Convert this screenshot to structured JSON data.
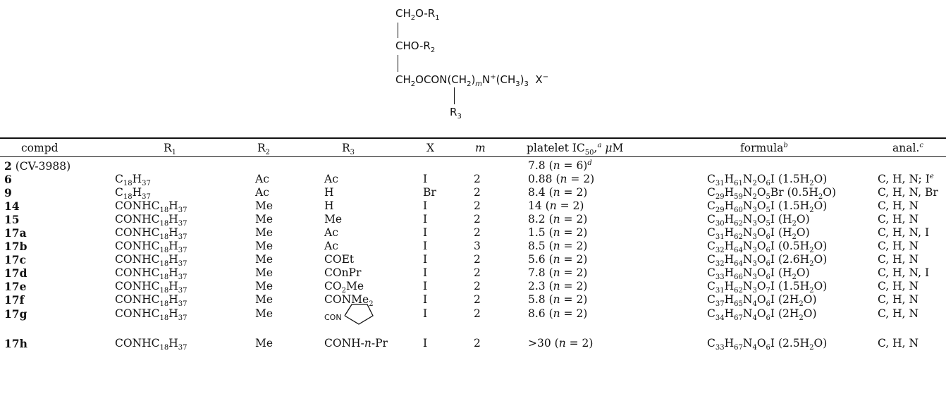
{
  "structure": {
    "line1": "CH2O-R1",
    "line2": "CHO-R2",
    "line3": "CH2OCON(CH2)mN+(CH3)3 X−",
    "line4": "R3"
  },
  "headers": {
    "compd": "compd",
    "r1": "R1",
    "r2": "R2",
    "r3": "R3",
    "x": "X",
    "m": "m",
    "platelet": "platelet IC50,a μM",
    "formula": "formulab",
    "anal": "anal.c"
  },
  "rows": [
    {
      "compd": "2",
      "compd_extra": " (CV-3988)",
      "r1": "",
      "r2": "",
      "r3": "",
      "x": "",
      "m": "",
      "ic50": "7.8 (n = 6)d",
      "formula": "",
      "anal": ""
    },
    {
      "compd": "6",
      "r1": "C18H37",
      "r2": "Ac",
      "r3": "Ac",
      "x": "I",
      "m": "2",
      "ic50": "0.88 (n = 2)",
      "formula": "C31H61N2O6I (1.5H2O)",
      "anal": "C, H, N; Ie"
    },
    {
      "compd": "9",
      "r1": "C18H37",
      "r2": "Ac",
      "r3": "H",
      "x": "Br",
      "m": "2",
      "ic50": "8.4 (n = 2)",
      "formula": "C29H59N2O5Br (0.5H2O)",
      "anal": "C, H, N, Br"
    },
    {
      "compd": "14",
      "r1": "CONHC18H37",
      "r2": "Me",
      "r3": "H",
      "x": "I",
      "m": "2",
      "ic50": "14 (n = 2)",
      "formula": "C29H60N3O5I (1.5H2O)",
      "anal": "C, H, N"
    },
    {
      "compd": "15",
      "r1": "CONHC18H37",
      "r2": "Me",
      "r3": "Me",
      "x": "I",
      "m": "2",
      "ic50": "8.2 (n = 2)",
      "formula": "C30H62N3O5I (H2O)",
      "anal": "C, H, N"
    },
    {
      "compd": "17a",
      "r1": "CONHC18H37",
      "r2": "Me",
      "r3": "Ac",
      "x": "I",
      "m": "2",
      "ic50": "1.5 (n = 2)",
      "formula": "C31H62N3O6I (H2O)",
      "anal": "C, H, N, I"
    },
    {
      "compd": "17b",
      "r1": "CONHC18H37",
      "r2": "Me",
      "r3": "Ac",
      "x": "I",
      "m": "3",
      "ic50": "8.5 (n = 2)",
      "formula": "C32H64N3O6I (0.5H2O)",
      "anal": "C, H, N"
    },
    {
      "compd": "17c",
      "r1": "CONHC18H37",
      "r2": "Me",
      "r3": "COEt",
      "x": "I",
      "m": "2",
      "ic50": "5.6 (n = 2)",
      "formula": "C32H64N3O6I (2.6H2O)",
      "anal": "C, H, N"
    },
    {
      "compd": "17d",
      "r1": "CONHC18H37",
      "r2": "Me",
      "r3": "COnPr",
      "x": "I",
      "m": "2",
      "ic50": "7.8 (n = 2)",
      "formula": "C33H66N3O6I (H2O)",
      "anal": "C, H, N, I"
    },
    {
      "compd": "17e",
      "r1": "CONHC18H37",
      "r2": "Me",
      "r3": "CO2Me",
      "x": "I",
      "m": "2",
      "ic50": "2.3 (n = 2)",
      "formula": "C31H62N3O7I (1.5H2O)",
      "anal": "C, H, N"
    },
    {
      "compd": "17f",
      "r1": "CONHC18H37",
      "r2": "Me",
      "r3": "CONMe2",
      "x": "I",
      "m": "2",
      "ic50": "5.8 (n = 2)",
      "formula": "C37H65N4O6I (2H2O)",
      "anal": "C, H, N"
    },
    {
      "compd": "17g",
      "r1": "CONHC18H37",
      "r2": "Me",
      "r3": "CON",
      "x": "I",
      "m": "2",
      "ic50": "8.6 (n = 2)",
      "formula": "C34H67N4O6I (2H2O)",
      "anal": "C, H, N"
    },
    {
      "compd": "17h",
      "r1": "CONHC18H37",
      "r2": "Me",
      "r3": "CONH-n-Pr",
      "x": "I",
      "m": "2",
      "ic50": ">30 (n = 2)",
      "formula": "C33H67N4O6I (2.5H2O)",
      "anal": "C, H, N"
    }
  ]
}
